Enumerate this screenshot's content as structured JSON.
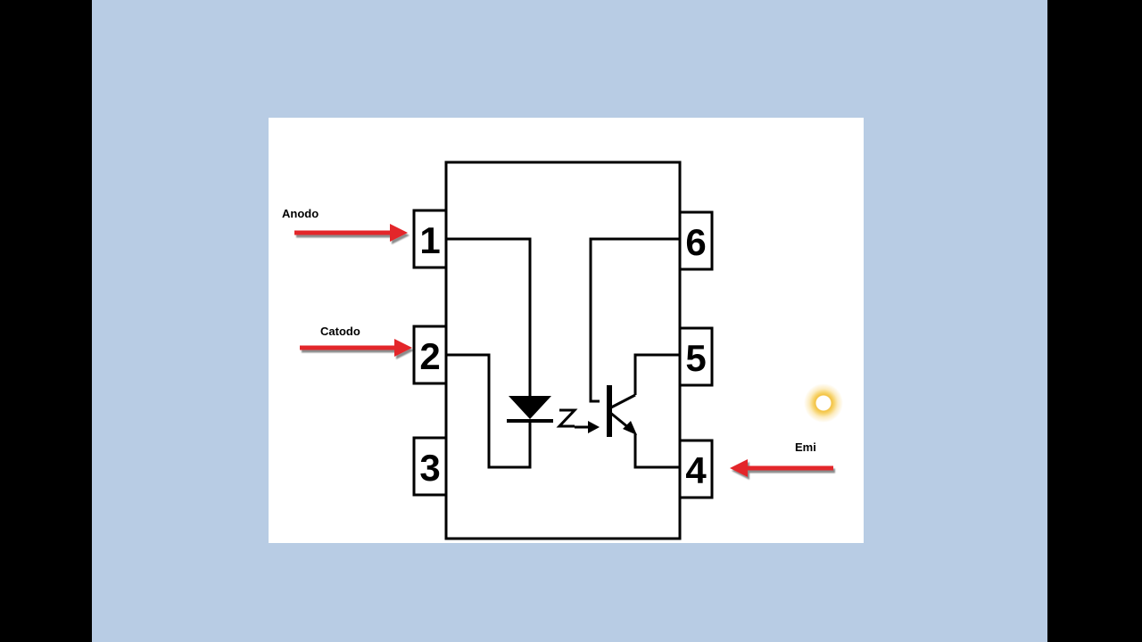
{
  "diagram": {
    "pins": [
      {
        "number": "1",
        "label": "Anodo"
      },
      {
        "number": "2",
        "label": "Catodo"
      },
      {
        "number": "3",
        "label": ""
      },
      {
        "number": "4",
        "label": "Emi"
      },
      {
        "number": "5",
        "label": ""
      },
      {
        "number": "6",
        "label": ""
      }
    ]
  },
  "colors": {
    "slide_background": "#b8cce4",
    "letterbox": "#000000",
    "figure_background": "#ffffff",
    "line": "#000000",
    "arrow": "#e3262b",
    "cursor_highlight": "#f3c242"
  },
  "icons": {
    "led": "led-diode-icon",
    "phototransistor": "phototransistor-icon",
    "cursor": "cursor-highlight-icon"
  }
}
